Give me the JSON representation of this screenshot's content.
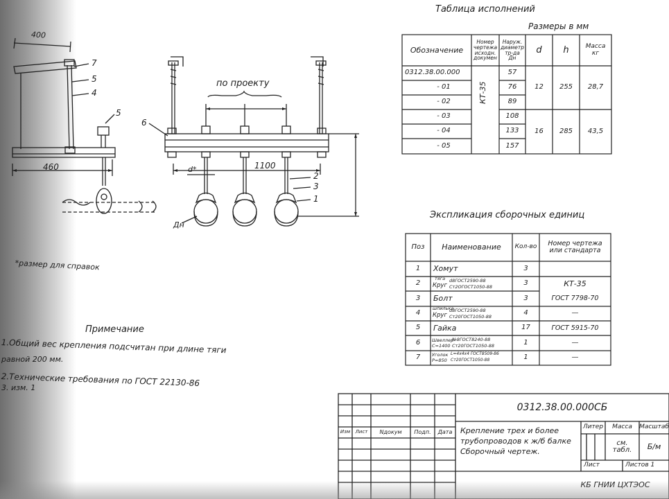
{
  "drawing": {
    "dims": {
      "top_width": "400",
      "base_width": "460",
      "spacing_label": "по проекту",
      "span": "1100",
      "d_label": "d*",
      "dn_label": "Дн"
    },
    "callouts": {
      "c7": "7",
      "c5a": "5",
      "c4": "4",
      "c5b": "5",
      "c6": "6",
      "c2": "2",
      "c3": "3",
      "c1": "1"
    }
  },
  "variants_table": {
    "title": "Таблица исполнений",
    "units": "Размеры в мм",
    "headers": {
      "designation": "Обозначение",
      "ref_doc": [
        "Номер",
        "чертежа",
        "исходн.",
        "докумен"
      ],
      "pipe_dia": [
        "Наруж.",
        "диаметр",
        "тр-да",
        "Дн"
      ],
      "d": "d",
      "h": "h",
      "mass": [
        "Масса",
        "кг"
      ]
    },
    "rows": [
      {
        "designation": "0312.38.00.000",
        "dn": "57"
      },
      {
        "designation": "- 01",
        "dn": "76"
      },
      {
        "designation": "- 02",
        "dn": "89"
      },
      {
        "designation": "- 03",
        "dn": "108"
      },
      {
        "designation": "- 04",
        "dn": "133"
      },
      {
        "designation": "- 05",
        "dn": "157"
      }
    ],
    "ref_doc_value": "КТ-35",
    "group1": {
      "d": "12",
      "h": "255",
      "mass": "28,7"
    },
    "group2": {
      "d": "16",
      "h": "285",
      "mass": "43,5"
    }
  },
  "parts_table": {
    "title": "Экспликация сборочных единиц",
    "headers": {
      "pos": "Поз",
      "name": "Наименование",
      "qty": "Кол-во",
      "drawing_no": [
        "Номер чертежа",
        "или стандарта"
      ]
    },
    "rows": [
      {
        "pos": "1",
        "name": "Хомут",
        "qty": "3"
      },
      {
        "pos": "2",
        "name_top": "тяга",
        "name_left": "Круг",
        "name_a": "d8ГОСТ2590-88",
        "name_b": "Ст2ОГОСТ1050-88",
        "qty": "3"
      },
      {
        "pos": "3",
        "name": "Болт",
        "qty": "3",
        "drawing_no": "ГОСТ 7798-70"
      },
      {
        "pos": "4",
        "name_top": "шпилька",
        "name_left": "Круг",
        "name_a": "d8ГОСТ2590-88",
        "name_b": "Ст20ГОСТ1050-88",
        "qty": "4",
        "drawing_no": "—"
      },
      {
        "pos": "5",
        "name": "Гайка",
        "qty": "17",
        "drawing_no": "ГОСТ 5915-70"
      },
      {
        "pos": "6",
        "name_left": "Швеллер",
        "name_left2": "С=1400",
        "name_a": "№8ГОСТ8240-88",
        "name_b": "Ст20ГОСТ1050-88",
        "qty": "1",
        "drawing_no": "—"
      },
      {
        "pos": "7",
        "name_left": "Уголок",
        "name_left2": "Р=850",
        "name_a": "L=4х4х4 ГОСТ8509-86",
        "name_b": "Ст20ГОСТ1050-88",
        "qty": "1",
        "drawing_no": "—"
      }
    ],
    "kt_value": "КТ-35"
  },
  "reference_note": "*размер для справок",
  "notes": {
    "title": "Примечание",
    "lines": [
      "1.Общий вес крепления подсчитан при длине тяги",
      "равной 200 мм.",
      "2.Технические  требования  по ГОСТ 22130-86",
      "3. изм. 1"
    ]
  },
  "title_block": {
    "doc_number": "0312.38.00.000СБ",
    "title_lines": [
      "Крепление трех и более",
      "трубопроводов к ж/б балке",
      "Сборочный чертеж."
    ],
    "col_labels": {
      "izm": "Изм",
      "list": "Лист",
      "ndokum": "Nдокум",
      "podp": "Подп.",
      "data": "Дата"
    },
    "litera": "Литер",
    "massa": "Масса",
    "masshtab": "Масштаб",
    "mass_value": [
      "см.",
      "табл."
    ],
    "scale_value": "Б/м",
    "sheet": "Лист",
    "sheets": "Листов 1",
    "org": "КБ ГНИИ ЦХТЭОС"
  }
}
